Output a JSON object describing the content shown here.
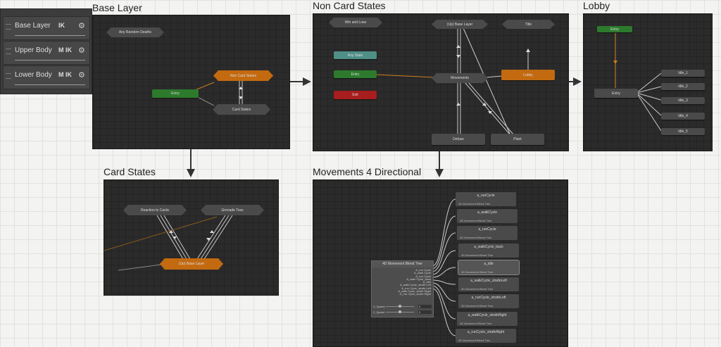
{
  "layers": [
    {
      "name": "Base Layer",
      "flags": "IK"
    },
    {
      "name": "Upper Body",
      "flags": "M IK"
    },
    {
      "name": "Lower Body",
      "flags": "M IK"
    }
  ],
  "base_layer": {
    "title": "Base Layer",
    "nodes": {
      "any_random": "Any Random Deaths",
      "non_card": "Non Card States",
      "entry": "Entry",
      "card_states": "Card States"
    }
  },
  "non_card": {
    "title": "Non Card States",
    "nodes": {
      "win_lose": "Win and Lose",
      "up_base": "(Up) Base Layer",
      "title": "Title",
      "any_state": "Any State",
      "entry": "Entry",
      "movements": "Movements",
      "lobby": "Lobby",
      "exit": "Exit",
      "defuse": "Defuse",
      "plant": "Plant"
    }
  },
  "lobby": {
    "title": "Lobby",
    "nodes": {
      "entry": "Entry",
      "entry2": "Entry",
      "idle1": "Idle_1",
      "idle2": "Idle_2",
      "idle3": "Idle_3",
      "idle4": "Idle_4",
      "idle5": "Idle_5"
    }
  },
  "card_states": {
    "title": "Card States",
    "nodes": {
      "reaction": "Reaction to Cards",
      "grenade": "Grenade Toss",
      "up_base": "(Up) Base Layer"
    }
  },
  "movements": {
    "title": "Movements 4 Directional",
    "blend_tree": {
      "title": "4D Movement Blend Tree",
      "rows": [
        "A_run Cycle",
        "A_walk Cycle",
        "A_run Cycle",
        "A_walk Cycle_back",
        "A_Idle",
        "A_walk Cycle_strafe Left",
        "A_run Cycle_strafe Left",
        "A_walk Cycle_strafe Right",
        "A_run Cycle_strafe Right"
      ],
      "params": [
        {
          "name": "X_Speed",
          "value": "0"
        },
        {
          "name": "Z_Speed",
          "value": "0"
        }
      ]
    },
    "clips": [
      {
        "name": "a_runCycle",
        "sub": "4D Movement Blend Tree"
      },
      {
        "name": "a_walkCycle",
        "sub": "4D Movement Blend Tree"
      },
      {
        "name": "a_runCycle",
        "sub": "4D Movement Blend Tree"
      },
      {
        "name": "a_walkCycle_back",
        "sub": "4D Movement Blend Tree"
      },
      {
        "name": "a_idle",
        "sub": "4D Movement Blend Tree"
      },
      {
        "name": "a_walkCycle_strafeLeft",
        "sub": "4D Movement Blend Tree"
      },
      {
        "name": "a_runCycle_strafeLeft",
        "sub": "4D Movement Blend Tree"
      },
      {
        "name": "a_walkCycle_strafeRight",
        "sub": "4D Movement Blend Tree"
      },
      {
        "name": "a_runCycle_strafeRight",
        "sub": "4D Movement Blend Tree"
      }
    ]
  },
  "colors": {
    "entry": "#2d7a2d",
    "selected": "#c36a10",
    "exit": "#a81e1e",
    "any_state": "#4e8f86",
    "node": "#4a4a4a"
  }
}
